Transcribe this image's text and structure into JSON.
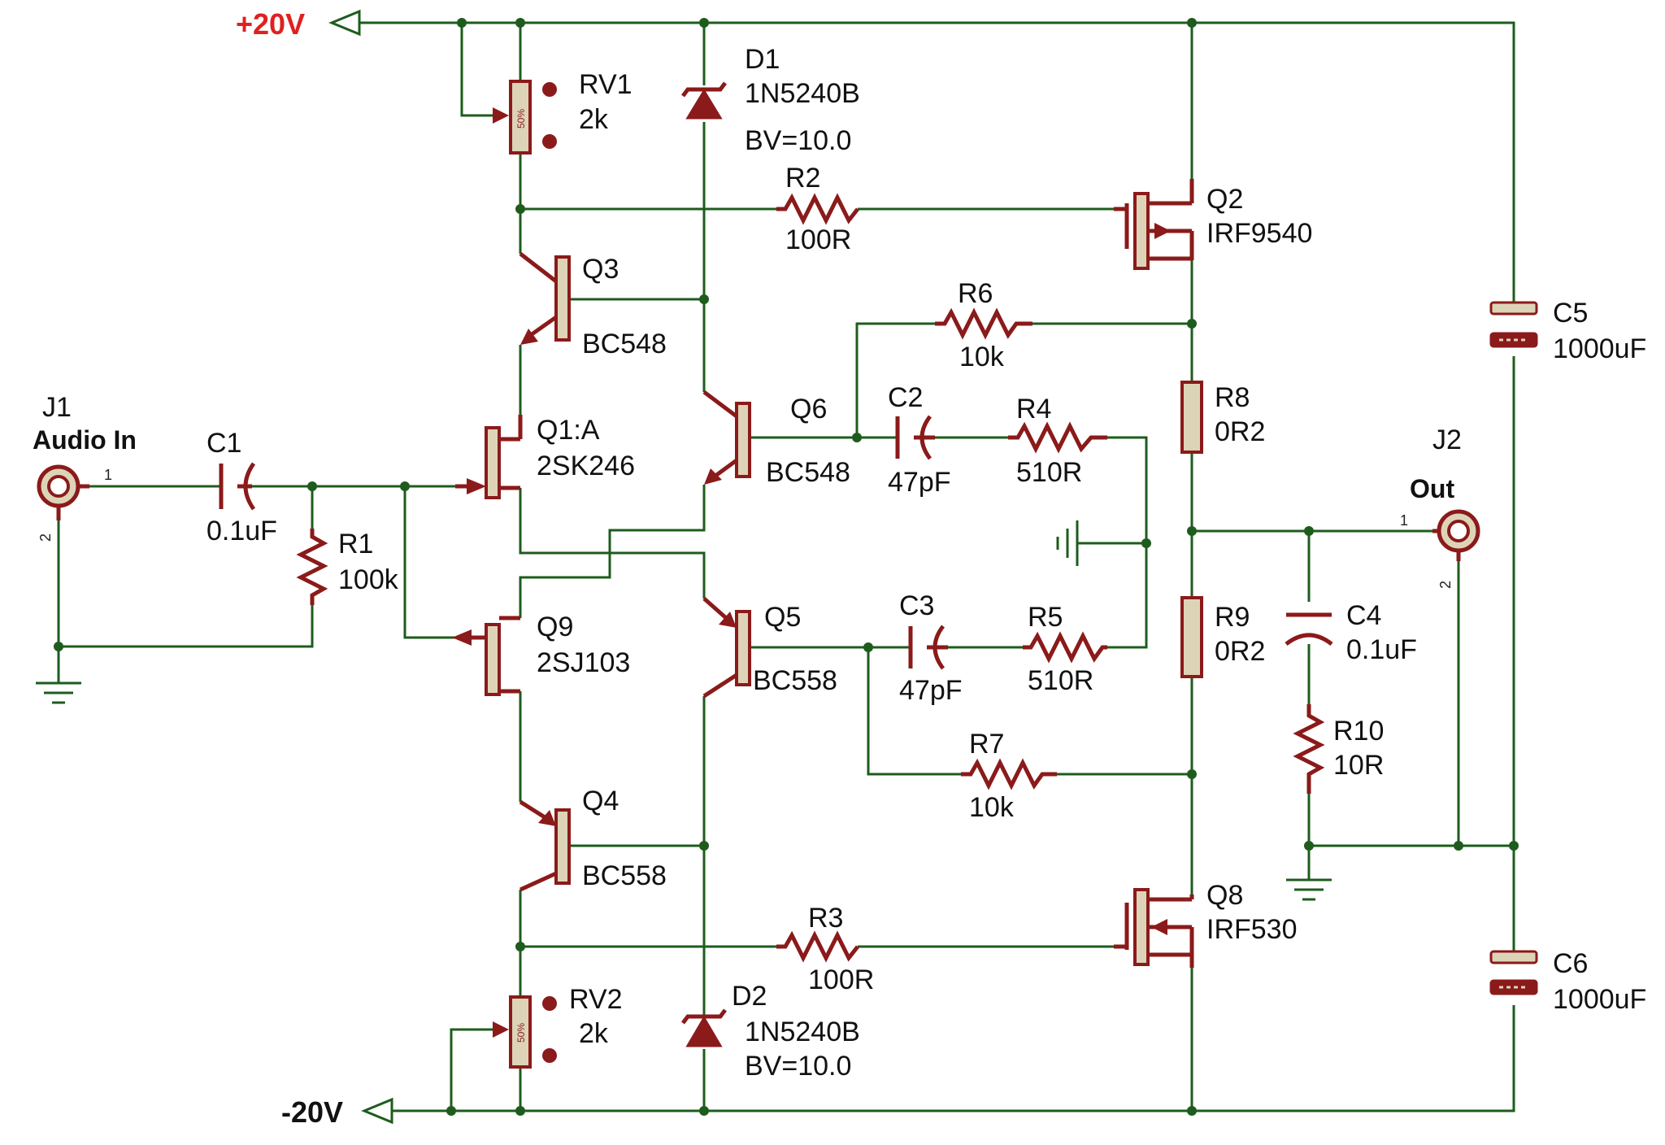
{
  "rails": {
    "positive": {
      "label": "+20V",
      "color": "#e02020"
    },
    "negative": {
      "label": "-20V",
      "color": "#111111"
    }
  },
  "colors": {
    "wire": "#1d5c1d",
    "component": "#8b1a1a",
    "body_fill": "#ddd4b8"
  },
  "connectors": {
    "J1": {
      "ref": "J1",
      "name": "Audio In",
      "pin1": "1",
      "pin2": "2"
    },
    "J2": {
      "ref": "J2",
      "name": "Out",
      "pin1": "1",
      "pin2": "2"
    }
  },
  "pots": {
    "RV1": {
      "ref": "RV1",
      "value": "2k",
      "setting": "50%"
    },
    "RV2": {
      "ref": "RV2",
      "value": "2k",
      "setting": "50%"
    }
  },
  "diodes": {
    "D1": {
      "ref": "D1",
      "part": "1N5240B",
      "bv": "BV=10.0"
    },
    "D2": {
      "ref": "D2",
      "part": "1N5240B",
      "bv": "BV=10.0"
    }
  },
  "resistors": {
    "R1": {
      "ref": "R1",
      "value": "100k"
    },
    "R2": {
      "ref": "R2",
      "value": "100R"
    },
    "R3": {
      "ref": "R3",
      "value": "100R"
    },
    "R4": {
      "ref": "R4",
      "value": "510R"
    },
    "R5": {
      "ref": "R5",
      "value": "510R"
    },
    "R6": {
      "ref": "R6",
      "value": "10k"
    },
    "R7": {
      "ref": "R7",
      "value": "10k"
    },
    "R8": {
      "ref": "R8",
      "value": "0R2"
    },
    "R9": {
      "ref": "R9",
      "value": "0R2"
    },
    "R10": {
      "ref": "R10",
      "value": "10R"
    }
  },
  "capacitors": {
    "C1": {
      "ref": "C1",
      "value": "0.1uF"
    },
    "C2": {
      "ref": "C2",
      "value": "47pF"
    },
    "C3": {
      "ref": "C3",
      "value": "47pF"
    },
    "C4": {
      "ref": "C4",
      "value": "0.1uF"
    },
    "C5": {
      "ref": "C5",
      "value": "1000uF"
    },
    "C6": {
      "ref": "C6",
      "value": "1000uF"
    }
  },
  "transistors": {
    "Q1": {
      "ref": "Q1:A",
      "part": "2SK246"
    },
    "Q2": {
      "ref": "Q2",
      "part": "IRF9540"
    },
    "Q3": {
      "ref": "Q3",
      "part": "BC548"
    },
    "Q4": {
      "ref": "Q4",
      "part": "BC558"
    },
    "Q5": {
      "ref": "Q5",
      "part": "BC558"
    },
    "Q6": {
      "ref": "Q6",
      "part": "BC548"
    },
    "Q8": {
      "ref": "Q8",
      "part": "IRF530"
    },
    "Q9": {
      "ref": "Q9",
      "part": "2SJ103"
    }
  }
}
